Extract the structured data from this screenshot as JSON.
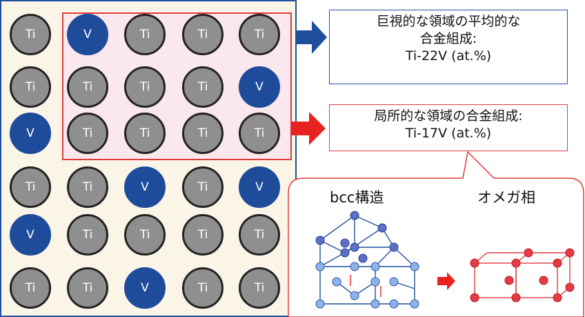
{
  "grid": {
    "rows": [
      [
        "Ti",
        "V",
        "Ti",
        "Ti",
        "Ti"
      ],
      [
        "Ti",
        "Ti",
        "Ti",
        "Ti",
        "V"
      ],
      [
        "V",
        "Ti",
        "Ti",
        "Ti",
        "Ti"
      ],
      [
        "Ti",
        "Ti",
        "V",
        "Ti",
        "V"
      ],
      [
        "V",
        "Ti",
        "Ti",
        "Ti",
        "Ti"
      ],
      [
        "Ti",
        "Ti",
        "V",
        "Ti",
        "Ti"
      ]
    ]
  },
  "macro_box": {
    "line1": "巨視的な領域の平均的な",
    "line2": "合金組成:",
    "line3": "Ti-22V (at.%)"
  },
  "local_box": {
    "line1": "局所的な領域の合金組成:",
    "line2": "Ti-17V (at.%)"
  },
  "callout": {
    "bcc_label": "bcc構造",
    "omega_label": "オメガ相"
  },
  "colors": {
    "ti_atom": "#8f8f8f",
    "v_atom": "#1e4b9a",
    "macro_arrow": "#1f4e9c",
    "local_arrow": "#e8231f",
    "bcc_atom": "#5a6fc7",
    "omega_atom": "#e83a44"
  }
}
